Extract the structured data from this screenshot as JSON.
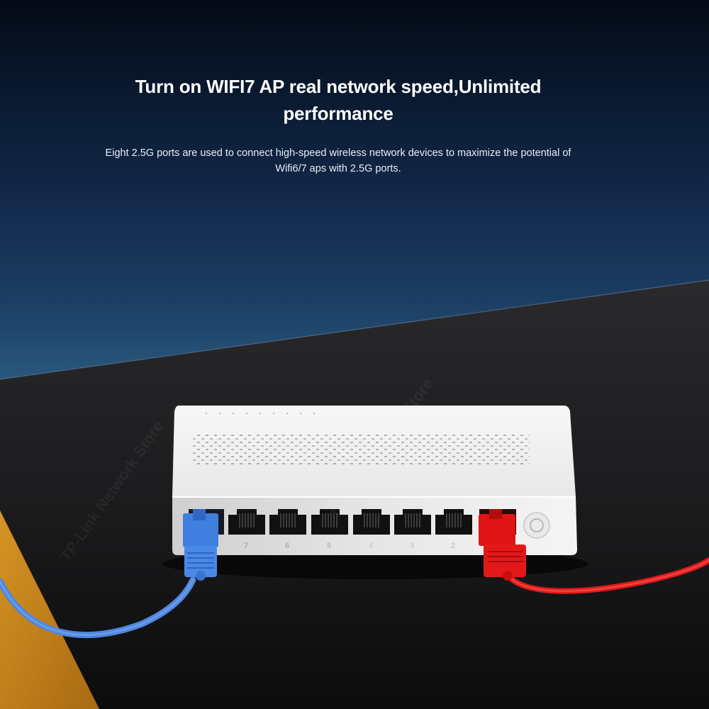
{
  "banner": {
    "headline": "Turn on WIFI7 AP real network speed,Unlimited performance",
    "subtext": "Eight 2.5G ports are used to connect high-speed wireless network devices to maximize the potential of Wifi6/7 aps with 2.5G ports."
  },
  "product": {
    "type": "network-switch",
    "body_color": "#f2f2f2",
    "port_labels": [
      "7",
      "6",
      "5",
      "4",
      "3",
      "2"
    ],
    "cables": [
      {
        "name": "blue-ethernet-cable",
        "color": "#4a86e8",
        "port": "8"
      },
      {
        "name": "red-ethernet-cable",
        "color": "#e01010",
        "port": "1"
      }
    ]
  },
  "watermark": "TP-Link Network Store",
  "colors": {
    "sky_top": "#040a16",
    "sky_bottom": "#2d5d84",
    "table": "#1b1b1d",
    "orange_surface": "#c9861c"
  }
}
